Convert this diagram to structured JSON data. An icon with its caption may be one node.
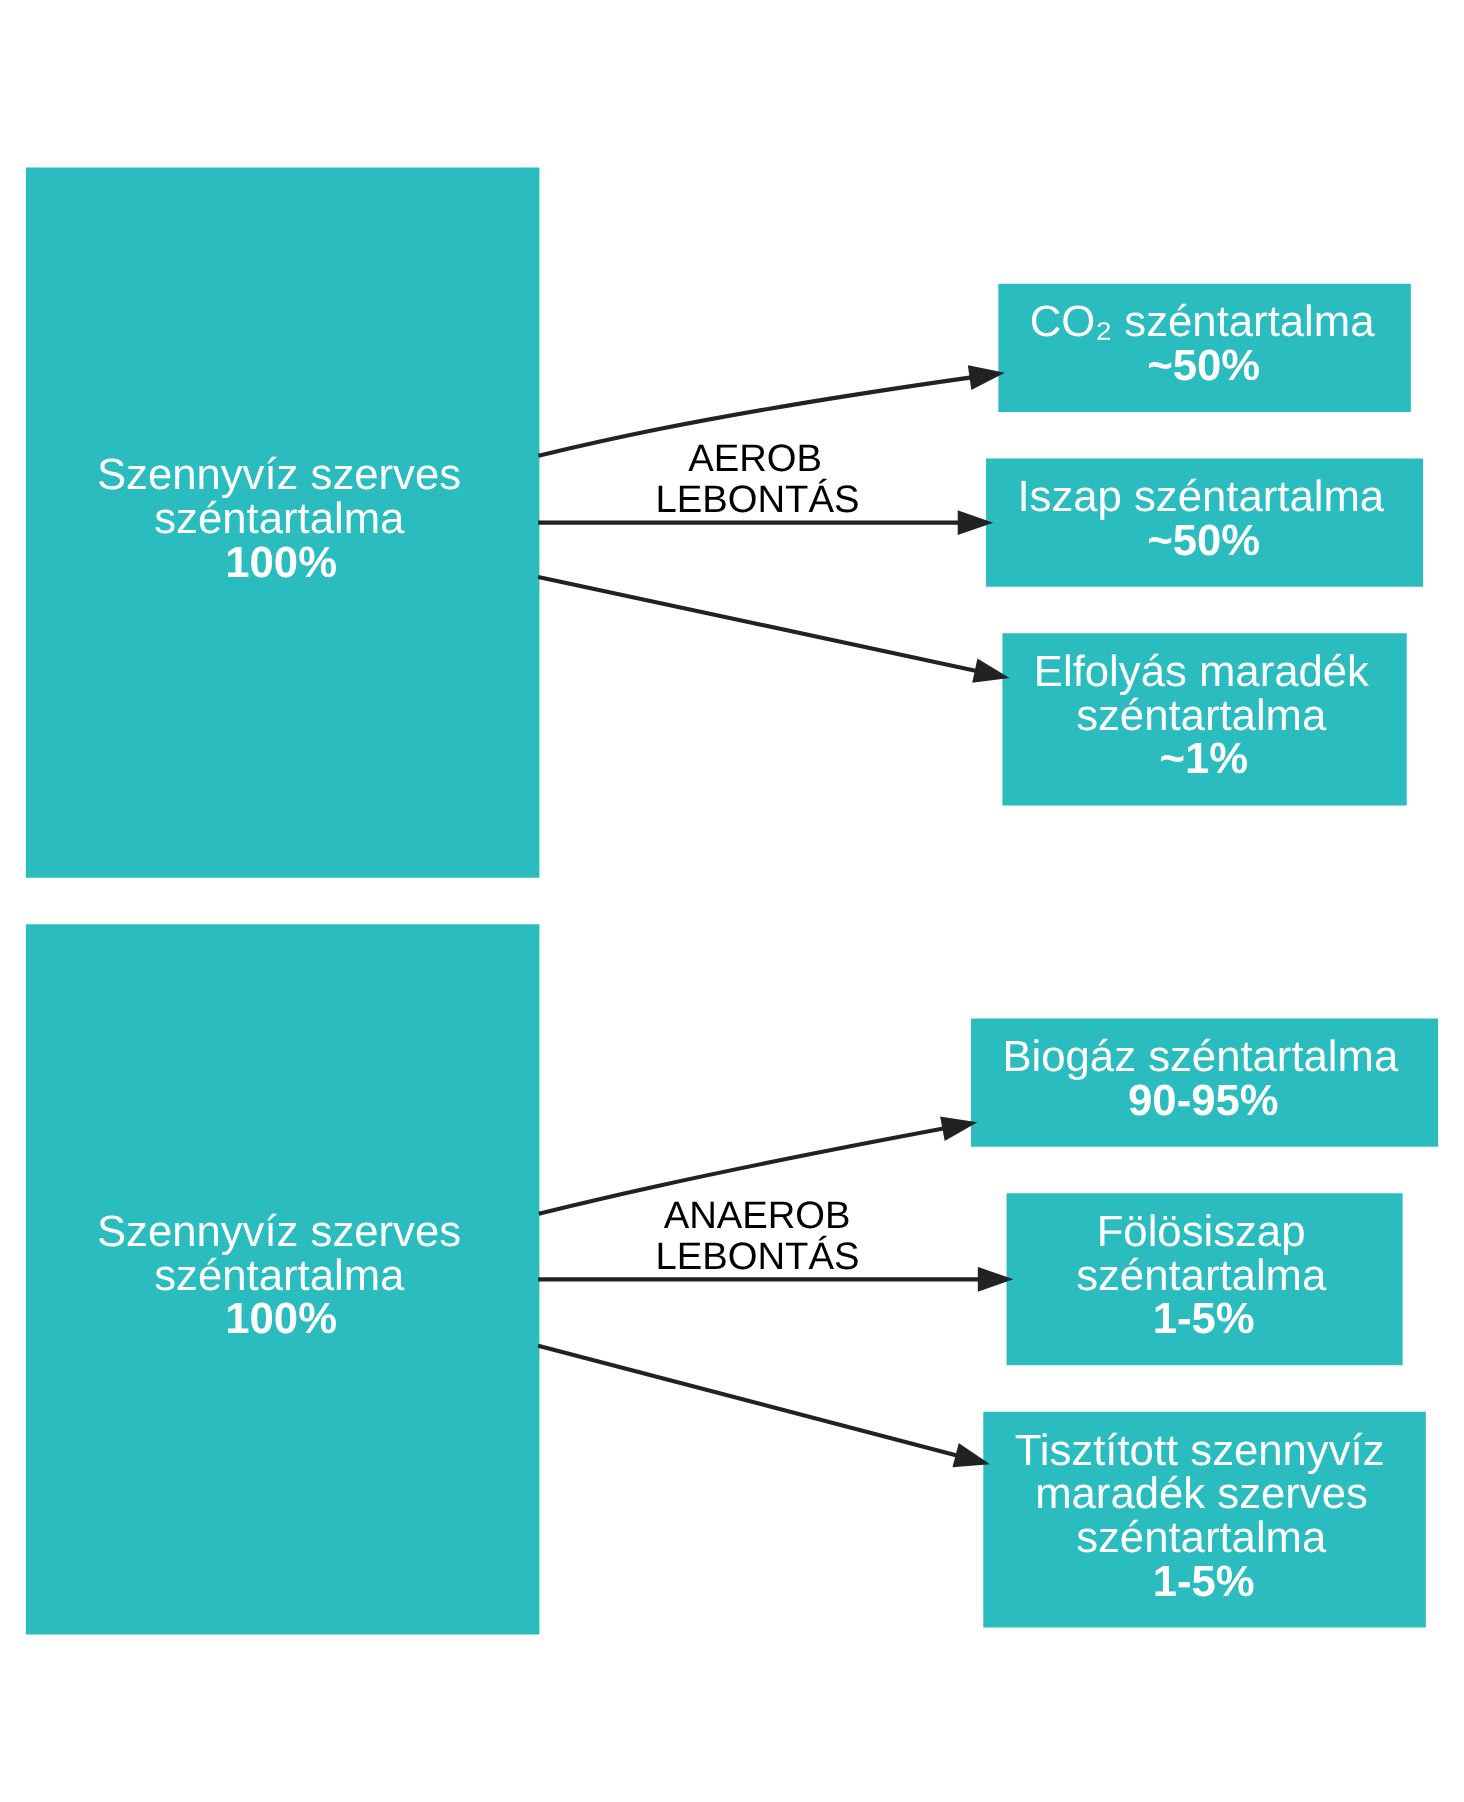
{
  "diagram": {
    "nodes": [
      {
        "text": [
          "Szennyvíz szerves széntartalma",
          "100%"
        ]
      },
      {
        "text": [
          "Biogáz széntartalma",
          "90-95%"
        ]
      },
      {
        "text": [
          "Fölösiszap széntartalma",
          "1-5%"
        ]
      },
      {
        "text": [
          "Tisztított szennyvíz maradék szerves széntartalma",
          "1-5%"
        ]
      },
      {
        "text": [
          "Szennyvíz szerves széntartalma",
          "100%"
        ]
      },
      {
        "text": [
          "CO₂ széntartalma",
          "~50%"
        ]
      },
      {
        "text": [
          "Iszap széntartalma",
          "~50%"
        ]
      },
      {
        "text": [
          "Elfolyás maradék széntartalma",
          "~1%"
        ]
      }
    ],
    "edges": [
      {
        "from": 0,
        "to": 1,
        "arrow": "to"
      },
      {
        "from": 0,
        "to": 2,
        "arrow": "to",
        "label": "ANAEROB LEBONTÁS"
      },
      {
        "from": 0,
        "to": 3,
        "arrow": "to"
      },
      {
        "from": 4,
        "to": 5,
        "arrow": "to"
      },
      {
        "from": 4,
        "to": 6,
        "arrow": "to",
        "label": "AEROB LEBONTÁS"
      },
      {
        "from": 4,
        "to": 7,
        "arrow": "to"
      }
    ]
  }
}
